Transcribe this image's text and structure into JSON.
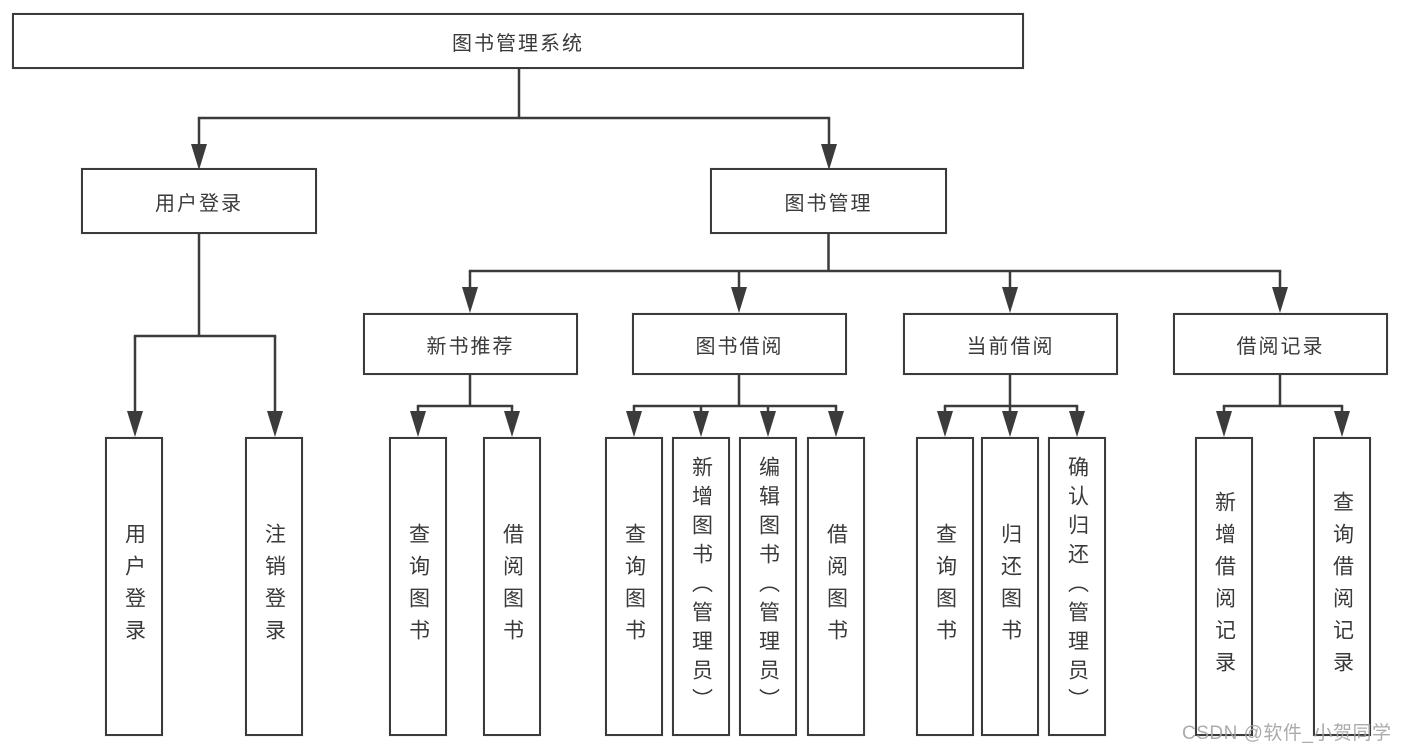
{
  "diagram": {
    "type": "tree",
    "root": {
      "label": "图书管理系统"
    },
    "level2": [
      {
        "label": "用户登录"
      },
      {
        "label": "图书管理"
      }
    ],
    "level3": [
      {
        "label": "新书推荐",
        "parent": "图书管理"
      },
      {
        "label": "图书借阅",
        "parent": "图书管理"
      },
      {
        "label": "当前借阅",
        "parent": "图书管理"
      },
      {
        "label": "借阅记录",
        "parent": "图书管理"
      }
    ],
    "leaves": [
      {
        "label": "用户登录",
        "parent": "用户登录"
      },
      {
        "label": "注销登录",
        "parent": "用户登录"
      },
      {
        "label": "查询图书",
        "parent": "新书推荐"
      },
      {
        "label": "借阅图书",
        "parent": "新书推荐"
      },
      {
        "label": "查询图书",
        "parent": "图书借阅"
      },
      {
        "label": "新增图书（管理员）",
        "parent": "图书借阅"
      },
      {
        "label": "编辑图书（管理员）",
        "parent": "图书借阅"
      },
      {
        "label": "借阅图书",
        "parent": "图书借阅"
      },
      {
        "label": "查询图书",
        "parent": "当前借阅"
      },
      {
        "label": "归还图书",
        "parent": "当前借阅"
      },
      {
        "label": "确认归还（管理员）",
        "parent": "当前借阅"
      },
      {
        "label": "新增借阅记录",
        "parent": "借阅记录"
      },
      {
        "label": "查询借阅记录",
        "parent": "借阅记录"
      }
    ],
    "watermark": {
      "text": "CSDN @软件_小贺同学"
    },
    "colors": {
      "line": "#3b3b3b",
      "box_border": "#3b3b3b",
      "text": "#3a3a3a",
      "watermark": "#a3a3a3",
      "background": "#ffffff"
    }
  }
}
